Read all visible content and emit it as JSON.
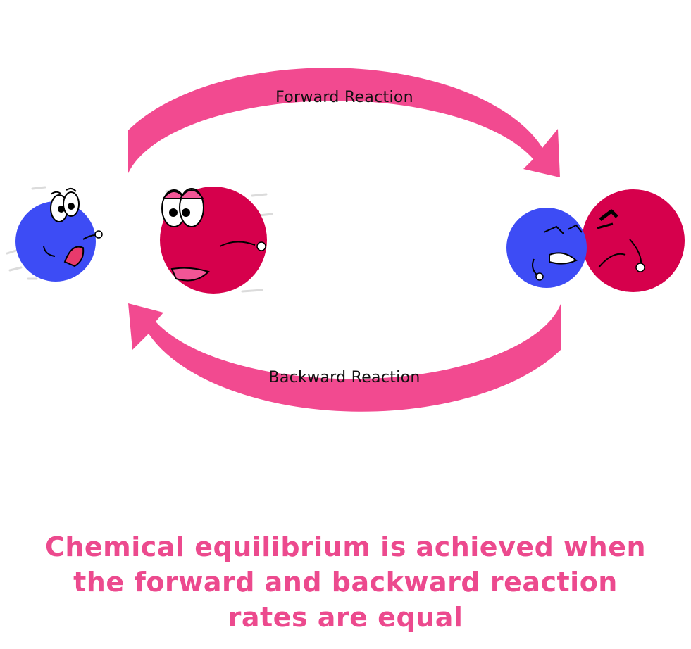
{
  "diagram": {
    "forward_label": "Forward Reaction",
    "backward_label": "Backward Reaction",
    "caption_lines": [
      "Chemical equilibrium is achieved when",
      "the forward and backward reaction",
      "rates are equal"
    ]
  },
  "colors": {
    "arrow": "#f24a90",
    "caption": "#ec4a8e",
    "blue_molecule": "#3d4cf5",
    "red_molecule": "#d6004c",
    "label_text": "#111111"
  },
  "icons": {
    "forward_arrow": "curved-arrow-right",
    "backward_arrow": "curved-arrow-left",
    "reactant_blue": "surprised-blue-molecule",
    "reactant_red": "surprised-red-molecule",
    "product_blue": "bonded-blue-molecule",
    "product_red": "bonded-red-molecule"
  }
}
